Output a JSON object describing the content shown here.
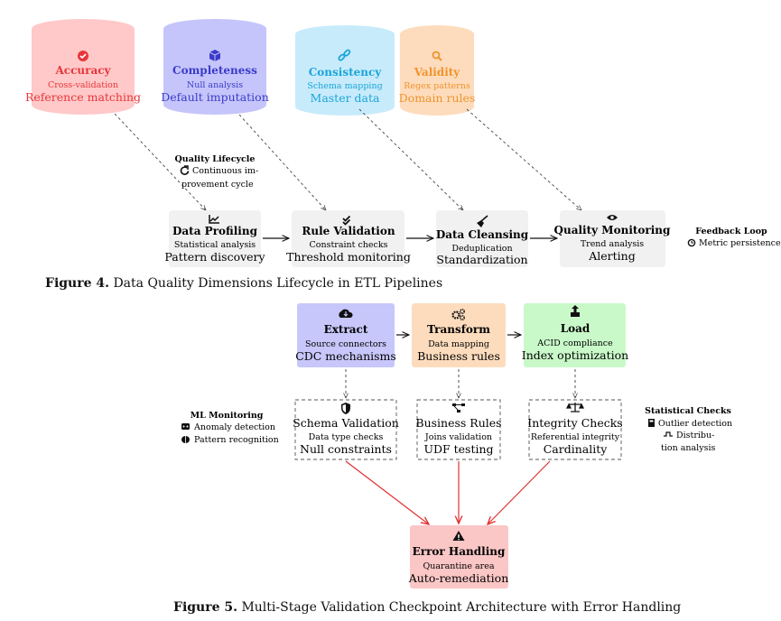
{
  "colors": {
    "accuracy_fill": "#ffc9c9",
    "accuracy_text": "#e8363a",
    "completeness_fill": "#c5c5fb",
    "completeness_text": "#3b3bc9",
    "consistency_fill": "#c8ebfb",
    "consistency_text": "#1aa5d9",
    "validity_fill": "#fddcbd",
    "validity_text": "#f0932b",
    "process_fill": "#f1f1f1",
    "extract_fill": "#c7c7fb",
    "transform_fill": "#fddcbd",
    "load_fill": "#c9f9c9",
    "error_fill": "#fbc6c6",
    "error_arrow": "#e03131"
  },
  "figure4": {
    "dimensions": [
      {
        "key": "accuracy",
        "icon": "check-circle-icon",
        "title": "Accuracy",
        "sub": "Cross-validation",
        "main": "Reference matching"
      },
      {
        "key": "completeness",
        "icon": "cube-icon",
        "title": "Completeness",
        "sub": "Null analysis",
        "main": "Default imputation"
      },
      {
        "key": "consistency",
        "icon": "link-icon",
        "title": "Consistency",
        "sub": "Schema mapping",
        "main": "Master data"
      },
      {
        "key": "validity",
        "icon": "search-icon",
        "title": "Validity",
        "sub": "Regex patterns",
        "main": "Domain rules"
      }
    ],
    "lifecycle_note": {
      "title": "Quality Lifecycle",
      "line1": "Continuous im-",
      "line2": "provement cycle",
      "icon": "redo-icon"
    },
    "processes": [
      {
        "icon": "chart-line-icon",
        "title": "Data Profiling",
        "sub": "Statistical analysis",
        "main": "Pattern discovery"
      },
      {
        "icon": "double-check-icon",
        "title": "Rule Validation",
        "sub": "Constraint checks",
        "main": "Threshold monitoring"
      },
      {
        "icon": "broom-icon",
        "title": "Data Cleansing",
        "sub": "Deduplication",
        "main": "Standardization"
      },
      {
        "icon": "eye-icon",
        "title": "Quality Monitoring",
        "sub": "Trend analysis",
        "main": "Alerting"
      }
    ],
    "feedback_note": {
      "title": "Feedback Loop",
      "line1": "Metric persistence",
      "icon": "history-icon"
    },
    "caption_label": "Figure 4.",
    "caption_text": "Data Quality Dimensions Lifecycle in ETL Pipelines"
  },
  "figure5": {
    "stages": [
      {
        "key": "extract",
        "icon": "cloud-download-icon",
        "title": "Extract",
        "sub": "Source connectors",
        "main": "CDC mechanisms"
      },
      {
        "key": "transform",
        "icon": "cogs-icon",
        "title": "Transform",
        "sub": "Data mapping",
        "main": "Business rules"
      },
      {
        "key": "load",
        "icon": "upload-icon",
        "title": "Load",
        "sub": "ACID compliance",
        "main": "Index optimization"
      }
    ],
    "checks": [
      {
        "icon": "shield-icon",
        "main": "Schema Validation",
        "sub": "Data type checks",
        "main2": "Null constraints"
      },
      {
        "icon": "project-diagram-icon",
        "main": "Business Rules",
        "sub": "Joins validation",
        "main2": "UDF testing"
      },
      {
        "icon": "balance-scale-icon",
        "main": "Integrity Checks",
        "sub": "Referential integrity",
        "main2": "Cardinality"
      }
    ],
    "ml_note": {
      "title": "ML Monitoring",
      "line1": "Anomaly detection",
      "line2": "Pattern recognition",
      "icon1": "robot-icon",
      "icon2": "brain-icon"
    },
    "stat_note": {
      "title": "Statistical Checks",
      "line1": "Outlier detection",
      "line2": "Distribu-",
      "line3": "tion analysis",
      "icon1": "calculator-icon",
      "icon2": "wave-square-icon"
    },
    "error": {
      "icon": "warning-icon",
      "title": "Error Handling",
      "sub": "Quarantine area",
      "main": "Auto-remediation"
    },
    "caption_label": "Figure 5.",
    "caption_text": "Multi-Stage Validation Checkpoint Architecture with Error Handling"
  }
}
